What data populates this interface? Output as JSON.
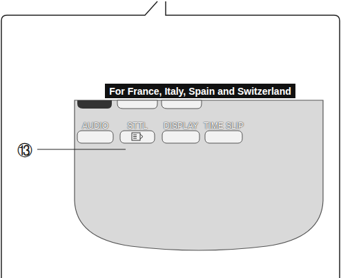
{
  "diagram": {
    "nodes": [
      {
        "text": [
          "For France, Italy, Spain and Switzerland"
        ]
      }
    ],
    "labels": [
      "AUDIO",
      "STTL",
      "DISPLAY",
      "TIME SLIP",
      "⑬"
    ]
  }
}
